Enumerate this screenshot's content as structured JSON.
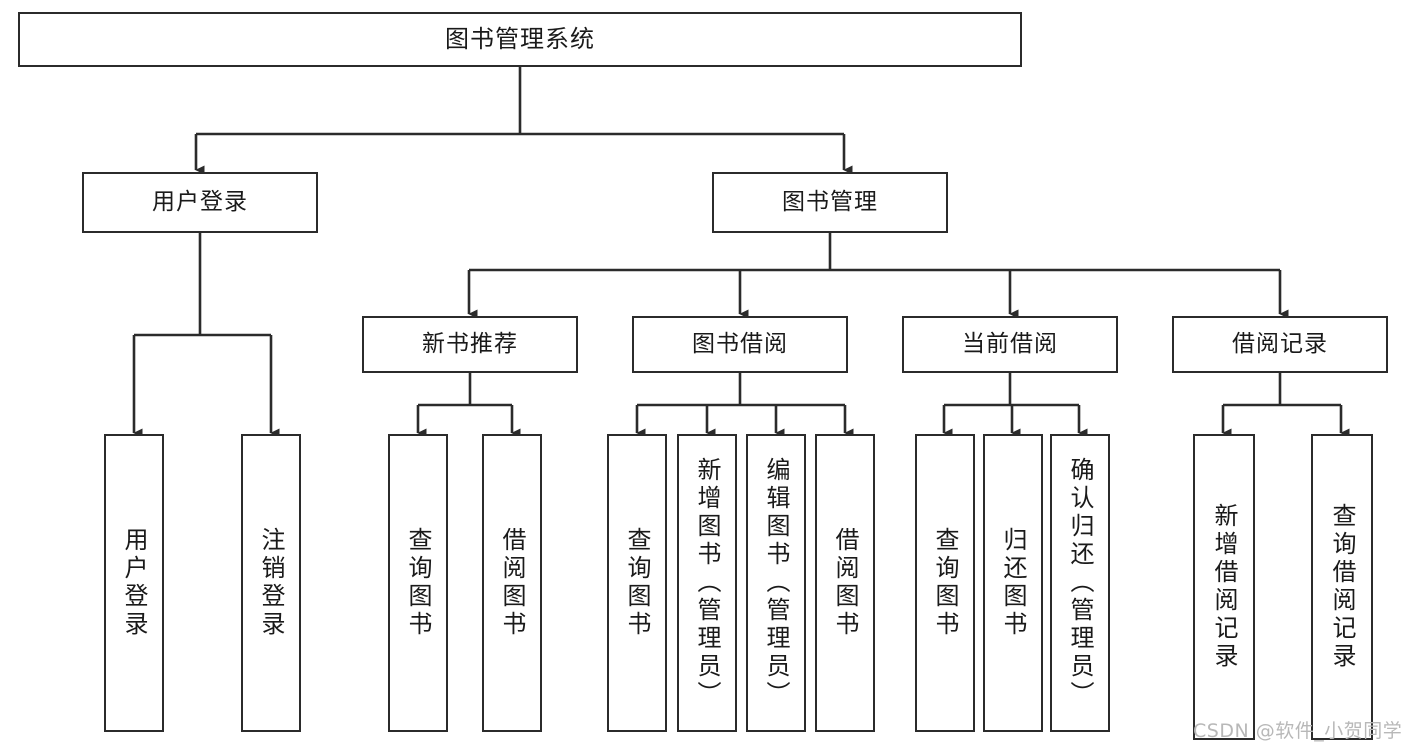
{
  "diagram": {
    "title": "图书管理系统",
    "type": "hierarchy-tree",
    "colors": {
      "box_border": "#2b2b2b",
      "box_fill": "#ffffff",
      "connector": "#2b2b2b",
      "background": "#ffffff",
      "watermark": "#b8b8b8"
    },
    "root": {
      "label": "图书管理系统"
    },
    "level2": [
      {
        "label": "用户登录"
      },
      {
        "label": "图书管理"
      }
    ],
    "level3": [
      {
        "label": "新书推荐"
      },
      {
        "label": "图书借阅"
      },
      {
        "label": "当前借阅"
      },
      {
        "label": "借阅记录"
      }
    ],
    "leaves": {
      "user_login": [
        {
          "label": "用户登录"
        },
        {
          "label": "注销登录"
        }
      ],
      "new_book_recommend": [
        {
          "label": "查询图书"
        },
        {
          "label": "借阅图书"
        }
      ],
      "book_borrow": [
        {
          "label": "查询图书"
        },
        {
          "label": "新增图书（管理员）"
        },
        {
          "label": "编辑图书（管理员）"
        },
        {
          "label": "借阅图书"
        }
      ],
      "current_borrow": [
        {
          "label": "查询图书"
        },
        {
          "label": "归还图书"
        },
        {
          "label": "确认归还（管理员）"
        }
      ],
      "borrow_record": [
        {
          "label": "新增借阅记录"
        },
        {
          "label": "查询借阅记录"
        }
      ]
    },
    "watermark": "CSDN @软件_小贺同学"
  }
}
